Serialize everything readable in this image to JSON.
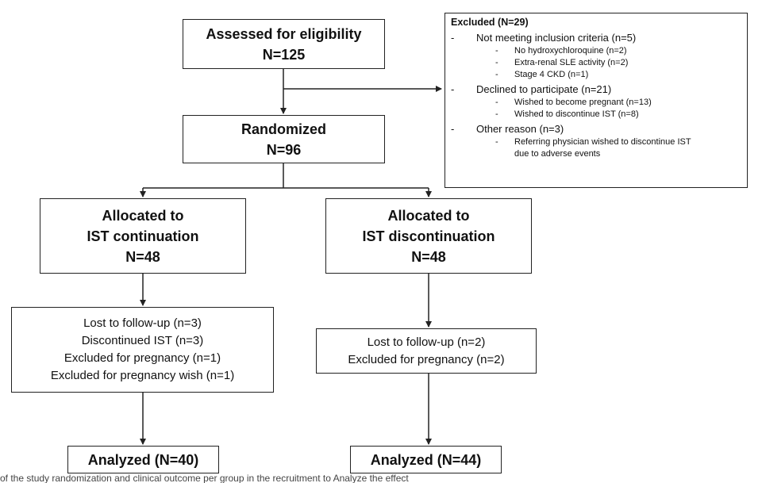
{
  "assessed": {
    "label": "Assessed for eligibility",
    "count": "N=125"
  },
  "randomized": {
    "label": "Randomized",
    "count": "N=96"
  },
  "excluded": {
    "title": "Excluded (N=29)",
    "dash": "-",
    "groups": [
      {
        "label": "Not meeting inclusion criteria (n=5)",
        "items": [
          "No hydroxychloroquine (n=2)",
          "Extra-renal SLE activity (n=2)",
          "Stage 4 CKD (n=1)"
        ]
      },
      {
        "label": "Declined to participate (n=21)",
        "items": [
          "Wished to become pregnant (n=13)",
          "Wished to discontinue IST (n=8)"
        ]
      },
      {
        "label": "Other reason (n=3)",
        "items": [
          "Referring physician wished to discontinue IST",
          "due to adverse events"
        ]
      }
    ]
  },
  "continuation": {
    "line1": "Allocated to",
    "line2": "IST continuation",
    "count": "N=48"
  },
  "discontinuation": {
    "line1": "Allocated to",
    "line2": "IST discontinuation",
    "count": "N=48"
  },
  "lost_left": [
    "Lost to follow-up (n=3)",
    "Discontinued IST (n=3)",
    "Excluded for pregnancy (n=1)",
    "Excluded for pregnancy wish (n=1)"
  ],
  "lost_right": [
    "Lost to follow-up (n=2)",
    "Excluded for pregnancy (n=2)"
  ],
  "analyzed_left": "Analyzed (N=40)",
  "analyzed_right": "Analyzed (N=44)",
  "caption_fragment": "of the study randomization and clinical outcome per group in the recruitment to Analyze the effect"
}
